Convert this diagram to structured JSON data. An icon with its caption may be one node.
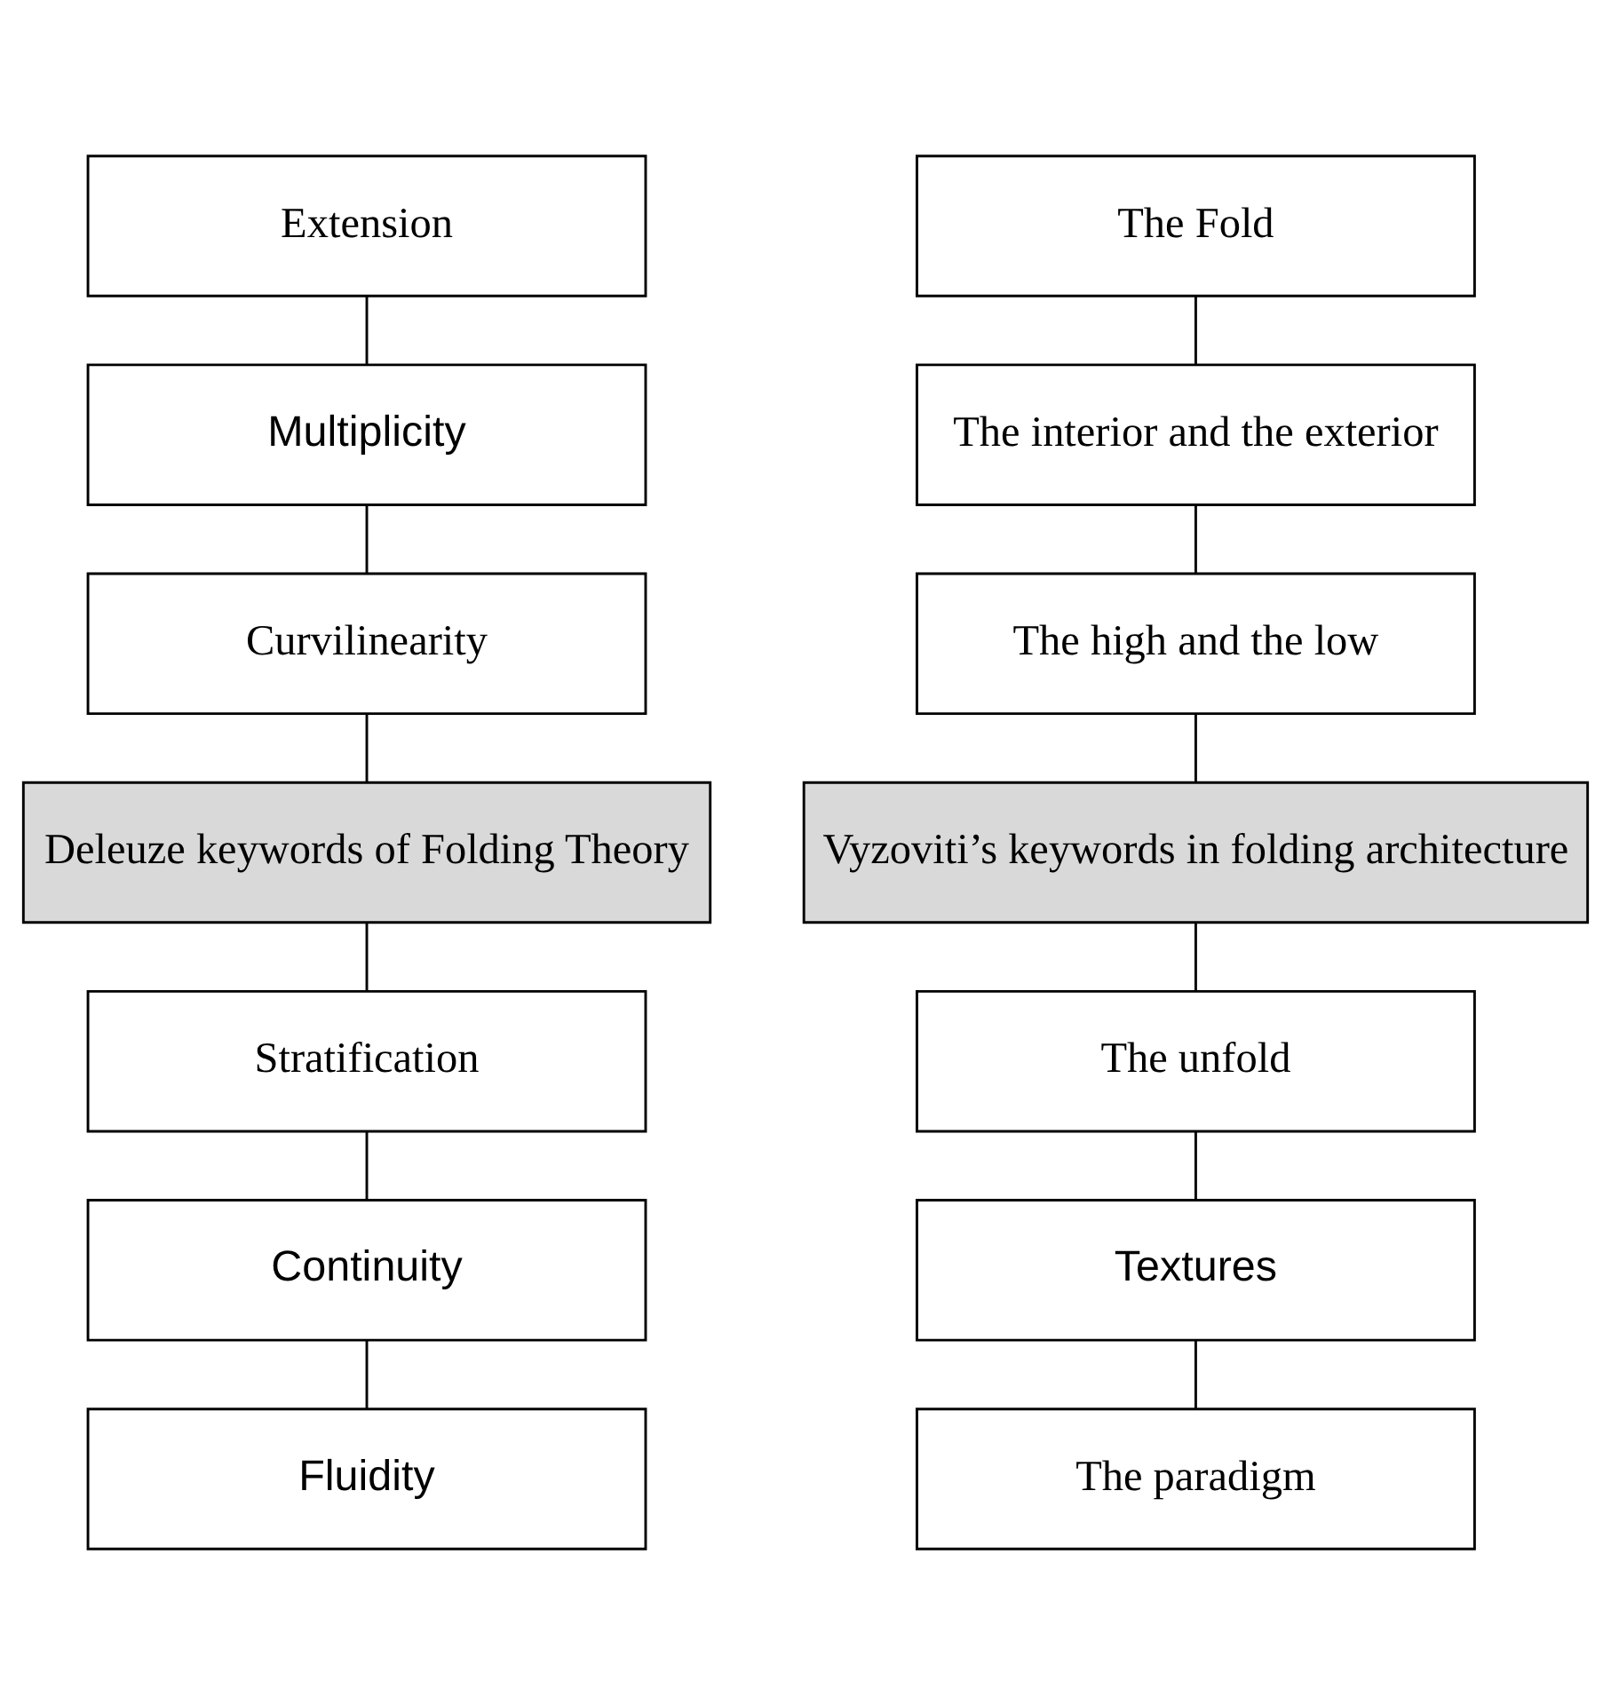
{
  "diagram": {
    "nodes": [
      {
        "text": [
          "Extension"
        ]
      },
      {
        "text": [
          "Multiplicity"
        ]
      },
      {
        "text": [
          "Curvilinearity"
        ]
      },
      {
        "text": [
          "Deleuze keywords of Folding Theory"
        ]
      },
      {
        "text": [
          "Stratification"
        ]
      },
      {
        "text": [
          "Continuity"
        ]
      },
      {
        "text": [
          "Fluidity"
        ]
      },
      {
        "text": [
          "The Fold"
        ]
      },
      {
        "text": [
          "The interior and the exterior"
        ]
      },
      {
        "text": [
          "The high and the low"
        ]
      },
      {
        "text": [
          "Vyzoviti’s keywords in folding architecture"
        ]
      },
      {
        "text": [
          "The unfold"
        ]
      },
      {
        "text": [
          "Textures"
        ]
      },
      {
        "text": [
          "The paradigm"
        ]
      }
    ],
    "edges": [
      {
        "from": 0,
        "to": 1,
        "arrow": "none"
      },
      {
        "from": 1,
        "to": 2,
        "arrow": "none"
      },
      {
        "from": 2,
        "to": 3,
        "arrow": "none"
      },
      {
        "from": 3,
        "to": 4,
        "arrow": "none"
      },
      {
        "from": 4,
        "to": 5,
        "arrow": "none"
      },
      {
        "from": 5,
        "to": 6,
        "arrow": "none"
      },
      {
        "from": 7,
        "to": 8,
        "arrow": "none"
      },
      {
        "from": 8,
        "to": 9,
        "arrow": "none"
      },
      {
        "from": 9,
        "to": 10,
        "arrow": "none"
      },
      {
        "from": 10,
        "to": 11,
        "arrow": "none"
      },
      {
        "from": 11,
        "to": 12,
        "arrow": "none"
      },
      {
        "from": 12,
        "to": 13,
        "arrow": "none"
      }
    ]
  }
}
